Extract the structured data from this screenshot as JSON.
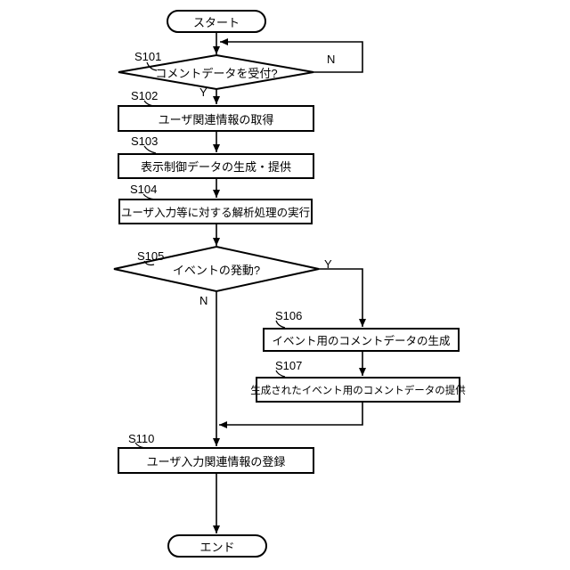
{
  "diagram": {
    "type": "flowchart",
    "background_color": "#ffffff",
    "line_color": "#000000",
    "shape_fill_color": "#ffffff",
    "nodes": {
      "start": {
        "type": "terminal",
        "label": "スタート"
      },
      "s101": {
        "type": "decision",
        "step": "S101",
        "label": "コメントデータを受付?",
        "no_label": "N",
        "yes_label": "Y"
      },
      "s102": {
        "type": "process",
        "step": "S102",
        "label": "ユーザ関連情報の取得"
      },
      "s103": {
        "type": "process",
        "step": "S103",
        "label": "表示制御データの生成・提供"
      },
      "s104": {
        "type": "process",
        "step": "S104",
        "label": "ユーザ入力等に対する解析処理の実行"
      },
      "s105": {
        "type": "decision",
        "step": "S105",
        "label": "イベントの発動?",
        "yes_label": "Y",
        "no_label": "N"
      },
      "s106": {
        "type": "process",
        "step": "S106",
        "label": "イベント用のコメントデータの生成"
      },
      "s107": {
        "type": "process",
        "step": "S107",
        "label": "生成されたイベント用のコメントデータの提供"
      },
      "s110": {
        "type": "process",
        "step": "S110",
        "label": "ユーザ入力関連情報の登録"
      },
      "end": {
        "type": "terminal",
        "label": "エンド"
      }
    },
    "edges": [
      "start -> s101",
      "s101 -N-> s101 (loop back)",
      "s101 -Y-> s102",
      "s102 -> s103",
      "s103 -> s104",
      "s104 -> s105",
      "s105 -Y-> s106",
      "s106 -> s107",
      "s107 -> s110",
      "s105 -N-> s110",
      "s110 -> end"
    ]
  }
}
